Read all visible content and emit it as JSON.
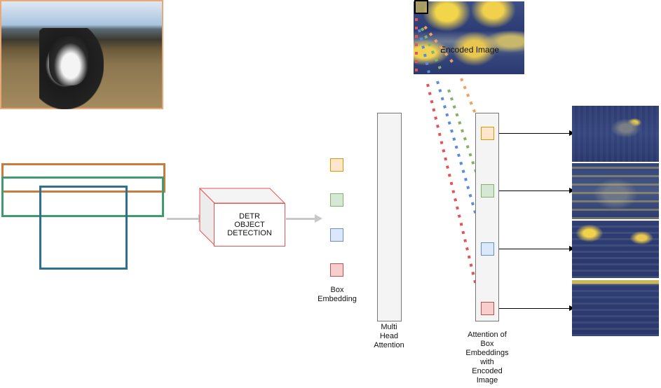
{
  "detr_label": "DETR\nOBJECT\nDETECTION",
  "box_embedding_label": "Box\nEmbedding",
  "mha_label": "Multi\nHead\nAttention",
  "attention_label": "Attention of\nBox\nEmbeddings\nwith\nEncoded\nImage",
  "encoded_image_label": "Encoded Image",
  "colors": {
    "orange": "#d79b00",
    "orange_fill": "#ffe6cc",
    "green": "#82b366",
    "green_fill": "#d5e8d4",
    "blue": "#6c8ebf",
    "blue_fill": "#dae8fc",
    "red": "#b85450",
    "red_fill": "#f8cecc",
    "arrow_gray": "#c8c8c8",
    "heatmap_dark": "#2b3a72",
    "heatmap_bright": "#f2d24a"
  },
  "embeddings": [
    "orange",
    "green",
    "blue",
    "red"
  ]
}
